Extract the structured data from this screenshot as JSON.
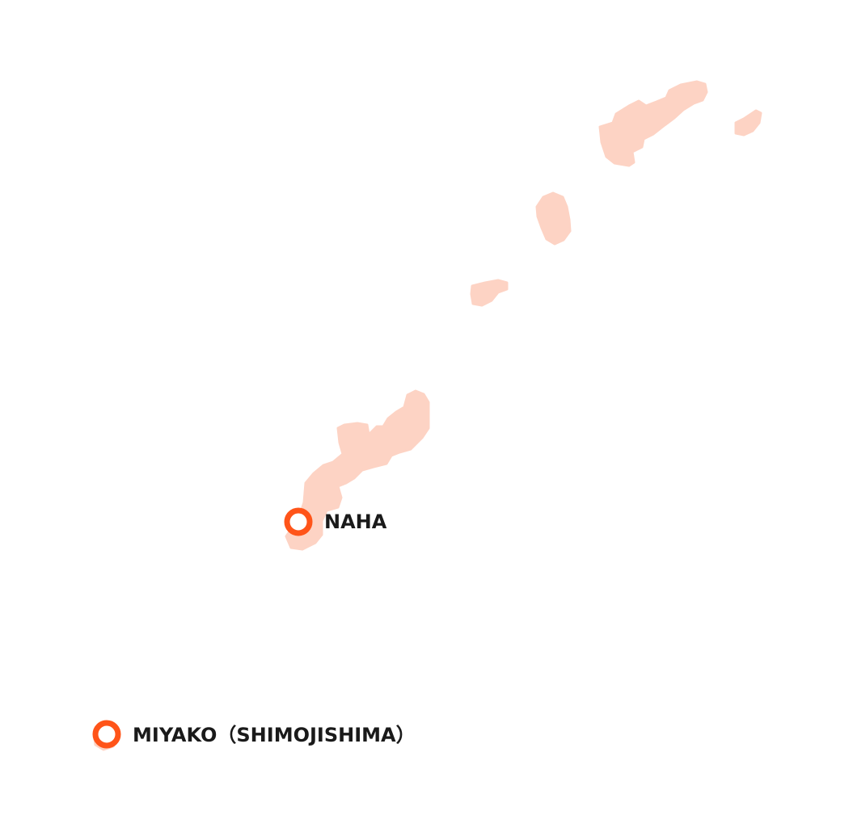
{
  "map": {
    "colors": {
      "land": "#fdd3c4",
      "marker_ring": "#ff5419",
      "marker_fill": "#ffffff",
      "label": "#1a1a1a"
    },
    "airports": [
      {
        "id": "naha",
        "label": "NAHA",
        "icon": "airport-marker-icon"
      },
      {
        "id": "miyako",
        "label": "MIYAKO（SHIMOJISHIMA）",
        "icon": "airport-marker-icon"
      }
    ]
  }
}
